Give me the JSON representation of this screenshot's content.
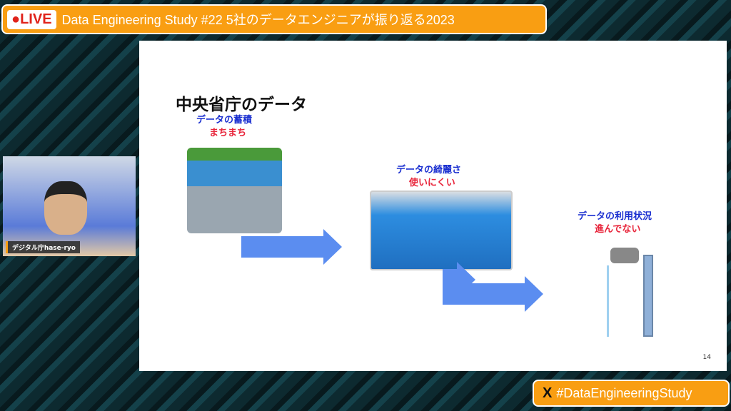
{
  "header": {
    "live": "●LIVE",
    "title": "Data Engineering Study #22 5社のデータエンジニアが振り返る2023"
  },
  "slide": {
    "title": "中央省庁のデータ",
    "stage1": {
      "label": "データの蓄積",
      "status": "まちまち"
    },
    "stage2": {
      "label": "データの綺麗さ",
      "status": "使いにくい"
    },
    "stage3": {
      "label": "データの利用状況",
      "status": "進んでない"
    },
    "page": "14"
  },
  "speaker": {
    "name": "デジタル庁hase-ryo"
  },
  "hashtag": {
    "icon": "x-logo-icon",
    "text": "#DataEngineeringStudy",
    "logo": "X"
  }
}
